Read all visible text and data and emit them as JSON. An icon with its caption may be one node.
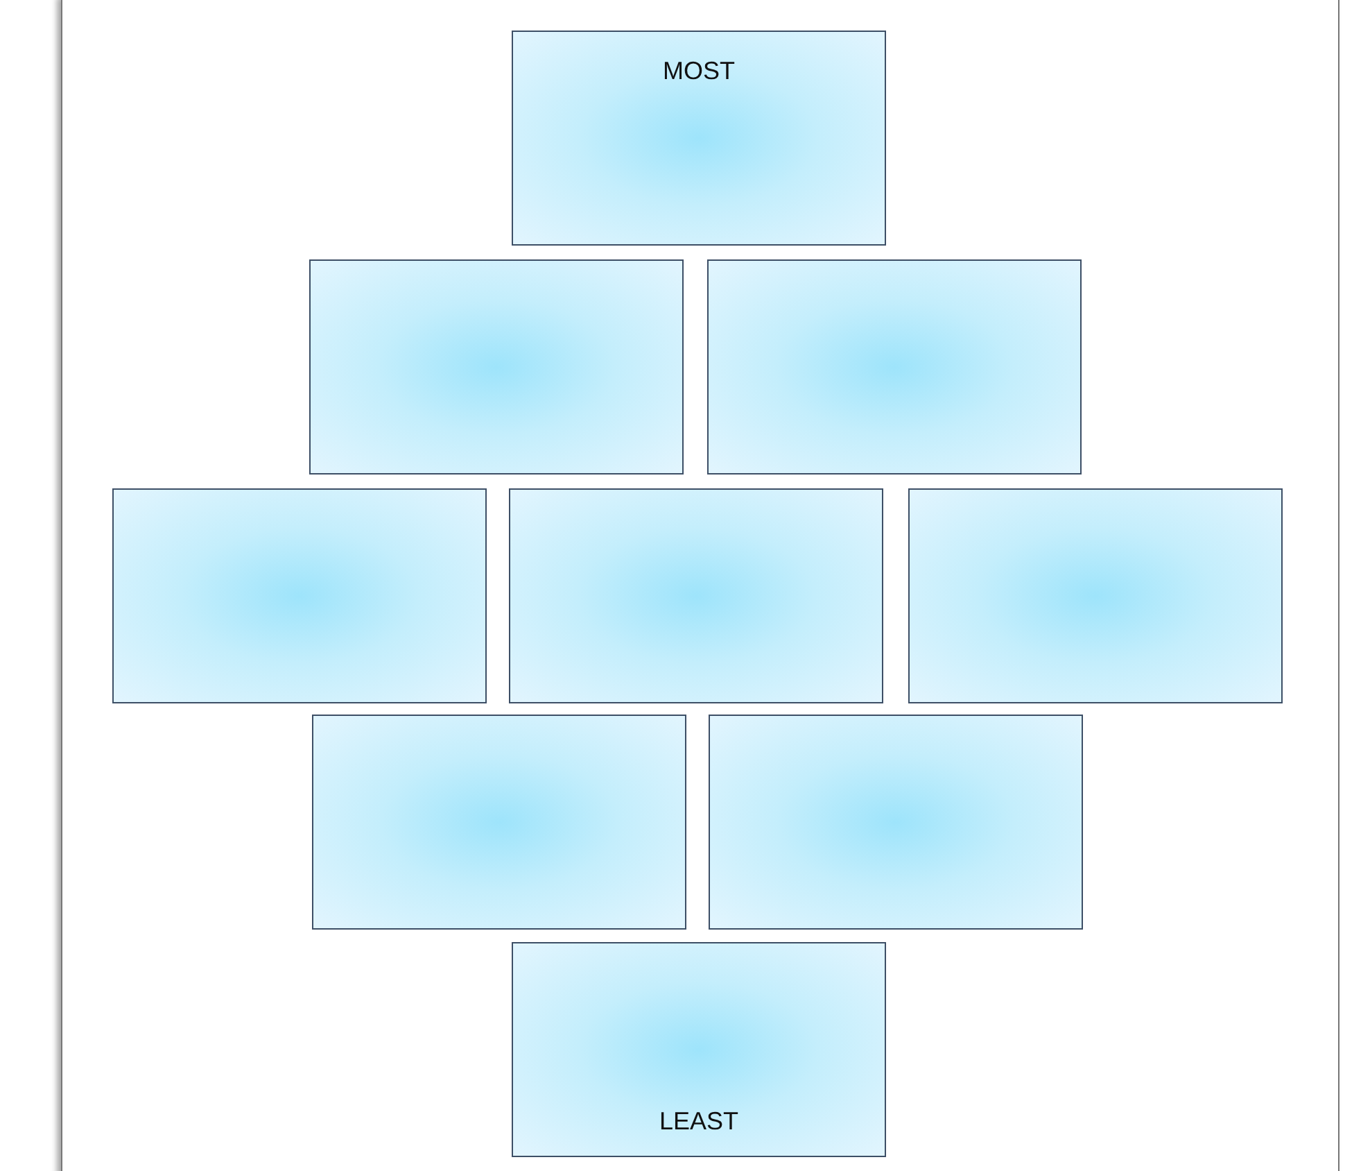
{
  "diagram": {
    "nodes": [
      {
        "text": [
          "MOST"
        ]
      },
      {
        "text": [],
        "shape": "box"
      },
      {
        "text": [],
        "shape": "box"
      },
      {
        "text": [],
        "shape": "box"
      },
      {
        "text": [],
        "shape": "box"
      },
      {
        "text": [],
        "shape": "box"
      },
      {
        "text": [],
        "shape": "box"
      },
      {
        "text": [],
        "shape": "box"
      },
      {
        "text": [
          "LEAST"
        ]
      }
    ]
  }
}
